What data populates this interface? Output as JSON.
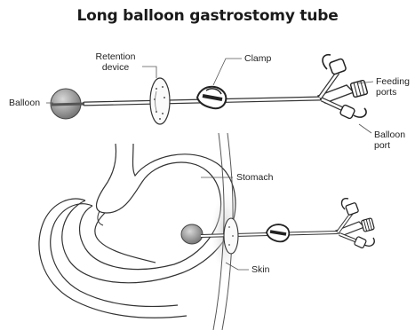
{
  "title": "Long balloon gastrostomy tube",
  "labels": {
    "balloon": "Balloon",
    "retention_line1": "Retention",
    "retention_line2": "device",
    "clamp": "Clamp",
    "feeding_line1": "Feeding",
    "feeding_line2": "ports",
    "balloon_port_line1": "Balloon",
    "balloon_port_line2": "port",
    "stomach": "Stomach",
    "skin": "Skin"
  }
}
